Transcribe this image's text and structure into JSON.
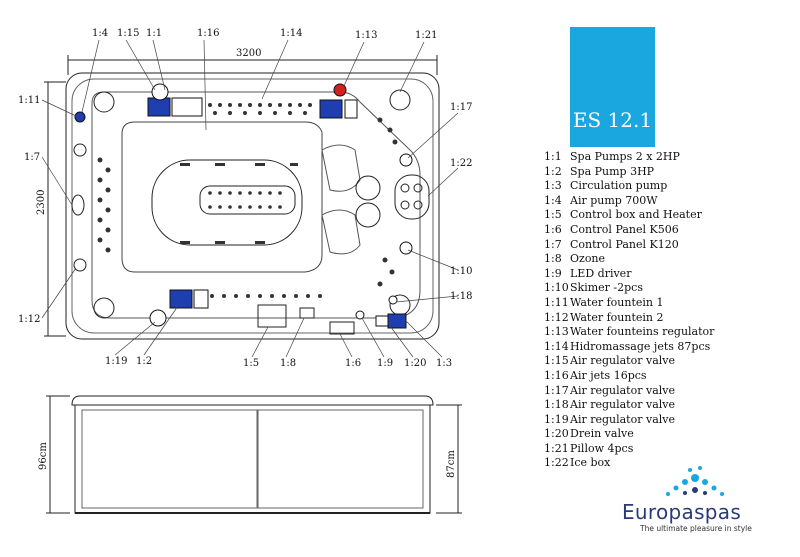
{
  "model": "ES 12.1",
  "dimensions": {
    "length": "3200",
    "width": "2300",
    "height_outer": "96cm",
    "height_inner": "87cm"
  },
  "labels": {
    "l1_4": "1:4",
    "l1_15": "1:15",
    "l1_1": "1:1",
    "l1_16": "1:16",
    "l1_14": "1:14",
    "l1_13": "1:13",
    "l1_21": "1:21",
    "l1_11": "1:11",
    "l1_7": "1:7",
    "l1_12": "1:12",
    "l1_17": "1:17",
    "l1_22": "1:22",
    "l1_10": "1:10",
    "l1_18": "1:18",
    "l1_19": "1:19",
    "l1_2": "1:2",
    "l1_5": "1:5",
    "l1_8": "1:8",
    "l1_6": "1:6",
    "l1_9": "1:9",
    "l1_20": "1:20",
    "l1_3": "1:3"
  },
  "legend": [
    {
      "code": "1:1",
      "text": "Spa Pumps 2 x 2HP"
    },
    {
      "code": "1:2",
      "text": "Spa Pump 3HP"
    },
    {
      "code": "1:3",
      "text": "Circulation pump"
    },
    {
      "code": "1:4",
      "text": "Air pump 700W"
    },
    {
      "code": "1:5",
      "text": "Control box and Heater"
    },
    {
      "code": "1:6",
      "text": "Control Panel K506"
    },
    {
      "code": "1:7",
      "text": "Control Panel K120"
    },
    {
      "code": "1:8",
      "text": "Ozone"
    },
    {
      "code": "1:9",
      "text": "LED driver"
    },
    {
      "code": "1:10",
      "text": "Skimer -2pcs"
    },
    {
      "code": "1:11",
      "text": "Water fountein 1"
    },
    {
      "code": "1:12",
      "text": "Water fountein 2"
    },
    {
      "code": "1:13",
      "text": "Water founteins regulator"
    },
    {
      "code": "1:14",
      "text": "Hidromassage jets 87pcs"
    },
    {
      "code": "1:15",
      "text": "Air regulator valve"
    },
    {
      "code": "1:16",
      "text": "Air jets 16pcs"
    },
    {
      "code": "1:17",
      "text": "Air regulator valve"
    },
    {
      "code": "1:18",
      "text": "Air regulator valve"
    },
    {
      "code": "1:19",
      "text": "Air regulator valve"
    },
    {
      "code": "1:20",
      "text": "Drein valve"
    },
    {
      "code": "1:21",
      "text": "Pillow 4pcs"
    },
    {
      "code": "1:22",
      "text": "Ice box"
    }
  ],
  "brand": {
    "name": "Europaspas",
    "tagline": "The ultimate pleasure in style"
  },
  "colors": {
    "accent": "#1aa7e0",
    "pump_blue": "#1f3fb0",
    "regulator_red": "#d62020",
    "brand_navy": "#2b3a78"
  }
}
